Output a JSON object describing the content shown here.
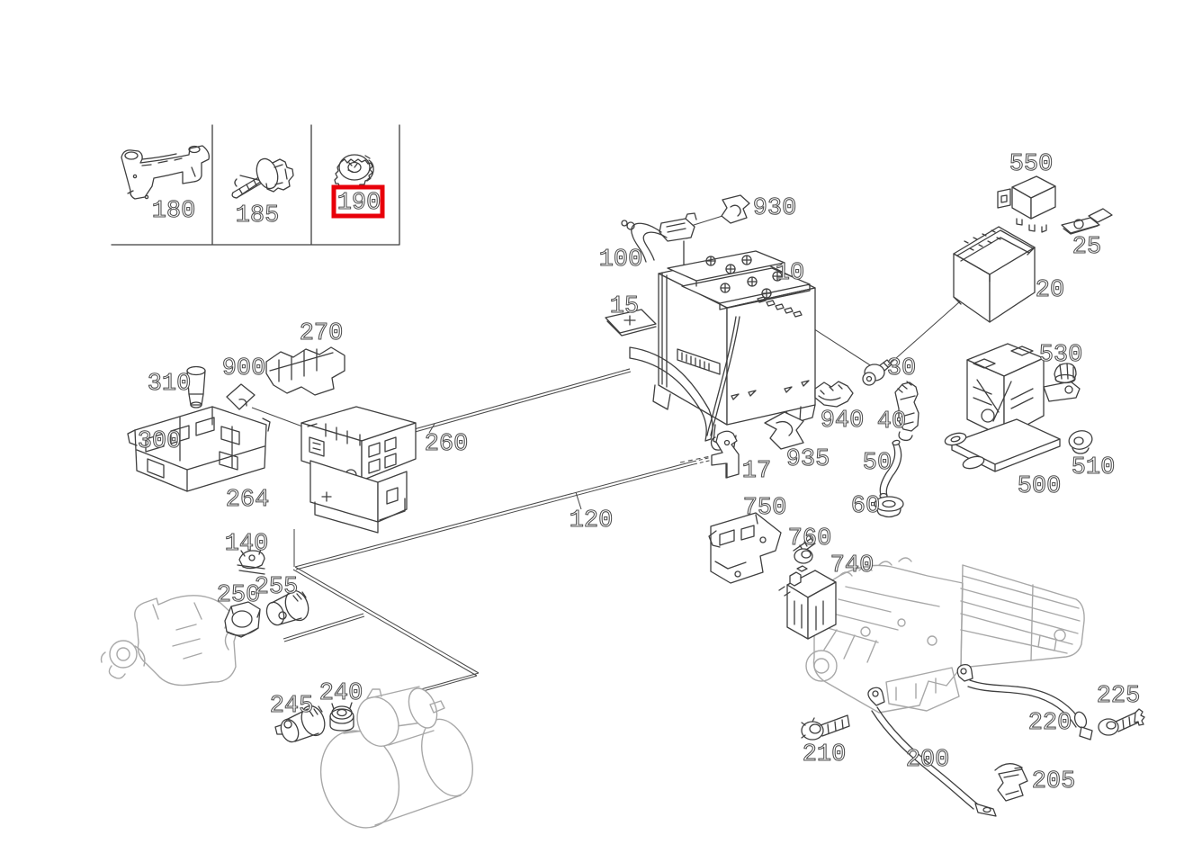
{
  "diagram": {
    "kind": "parts-diagram",
    "highlighted_part": "190",
    "colors": {
      "background": "#ffffff",
      "line_dark": "#3f3f3f",
      "line_light": "#a8a8a8",
      "label_outline": "#4f4f4f",
      "highlight_red": "#e8000a"
    },
    "legend_table": {
      "cells": [
        "180",
        "185",
        "190"
      ],
      "highlighted_cell": "190"
    },
    "parts": {
      "p10": {
        "label": "10"
      },
      "p15": {
        "label": "15"
      },
      "p17": {
        "label": "17"
      },
      "p20": {
        "label": "20"
      },
      "p25": {
        "label": "25"
      },
      "p30": {
        "label": "30"
      },
      "p40": {
        "label": "40"
      },
      "p50": {
        "label": "50"
      },
      "p60": {
        "label": "60"
      },
      "p100": {
        "label": "100"
      },
      "p120": {
        "label": "120"
      },
      "p140": {
        "label": "140"
      },
      "p180": {
        "label": "180"
      },
      "p185": {
        "label": "185"
      },
      "p190": {
        "label": "190"
      },
      "p200": {
        "label": "200"
      },
      "p205": {
        "label": "205"
      },
      "p210": {
        "label": "210"
      },
      "p220": {
        "label": "220"
      },
      "p225": {
        "label": "225"
      },
      "p240": {
        "label": "240"
      },
      "p245": {
        "label": "245"
      },
      "p250": {
        "label": "250"
      },
      "p255": {
        "label": "255"
      },
      "p260": {
        "label": "260"
      },
      "p264": {
        "label": "264"
      },
      "p270": {
        "label": "270"
      },
      "p300": {
        "label": "300"
      },
      "p310": {
        "label": "310"
      },
      "p500": {
        "label": "500"
      },
      "p510": {
        "label": "510"
      },
      "p530": {
        "label": "530"
      },
      "p550": {
        "label": "550"
      },
      "p740": {
        "label": "740"
      },
      "p750": {
        "label": "750"
      },
      "p760": {
        "label": "760"
      },
      "p900": {
        "label": "900"
      },
      "p930": {
        "label": "930"
      },
      "p935": {
        "label": "935"
      },
      "p940": {
        "label": "940"
      }
    }
  }
}
